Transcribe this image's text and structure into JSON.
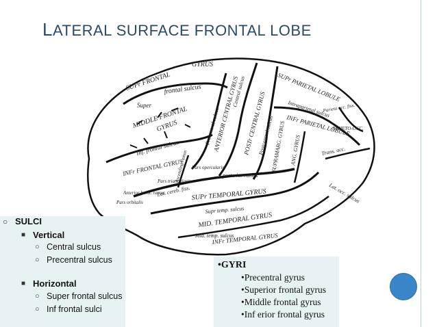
{
  "slide": {
    "title_first_letter": "L",
    "title_rest": "ATERAL SURFACE FRONTAL LOBE"
  },
  "figure": {
    "labels": {
      "gyrus_top": "GYRUS",
      "supr_frontal": "SUPr FRONTAL",
      "frontal_sulcus": "frontal sulcus",
      "super": "Super",
      "middle_frontal": "MIDDLE FRONTAL",
      "gyrus_mid": "GYRUS",
      "central_sulcus": "Central sulcus",
      "anterior_central_gyrus": "ANTERIOR CENTRAL GYRUS",
      "precentral_sulcus": "Precentral sulcus",
      "posterior_central_gyrus": "POSTr CENTRAL GYRUS",
      "postcentral_sulcus": "Postcentral sulcus",
      "supr_parietal_lobule": "SUPr PARIETAL LOBULE",
      "intraparietal_sulcus": "Intraparietal sulcus",
      "infr_parietal_lobule": "INFr PARIETAL LOBULE",
      "parieto_occ_fiss": "Parieto occ. fiss.",
      "parieto_occ": "PARIETO-OCC.",
      "angular_gyrus": "ANG. GYRUS",
      "supramarg_gyrus": "SUPRAMARG. GYRUS",
      "transv_occ": "Trans. occ.",
      "inf_frontal_sulcus": "Inf. frontal sulcus",
      "infr_frontal_gyrus": "INFr FRONTAL GYRUS",
      "pars_triangularis": "Pars triangularis",
      "pars_opercularis": "Pars opercularis",
      "ascending_ramus": "Ascending ramus",
      "anterior_horiz_ramus": "Anterior horiz. ramus",
      "pars_orbitalis": "Pars orbitalis",
      "posterior_ramus": "posterior ramus",
      "lat_cereb_fiss": "Lat. cereb. fiss.",
      "supr_temporal_gyrus": "SUPr TEMPORAL GYRUS",
      "supr_temp_sulcus": "Supr temp. sulcus",
      "mid_temporal_gyrus": "MID. TEMPORAL GYRUS",
      "mid_temp_sulcus": "Mid. temp. sulcus",
      "infr_temporal_gyrus": "INFr TEMPORAL GYRUS",
      "lat_occ_sulcus": "Lat. occ. sulcus"
    }
  },
  "sulci_panel": {
    "heading": "SULCI",
    "vertical": {
      "label": "Vertical",
      "items": [
        "Central sulcus",
        "Precentral sulcus"
      ]
    },
    "horizontal": {
      "label": "Horizontal",
      "items": [
        "Super frontal sulcus",
        "Inf frontal sulci"
      ]
    }
  },
  "gyri_panel": {
    "heading": "•GYRI",
    "items": [
      "•Precentral gyrus",
      "•Superior frontal gyrus",
      "•Middle frontal gyrus",
      "•Inf erior frontal gyrus"
    ]
  },
  "colors": {
    "title": "#2b4a6b",
    "panel_bg": "#e6f2f4",
    "accent_dot": "#3a86c8",
    "rule": "#b8cfe0"
  }
}
